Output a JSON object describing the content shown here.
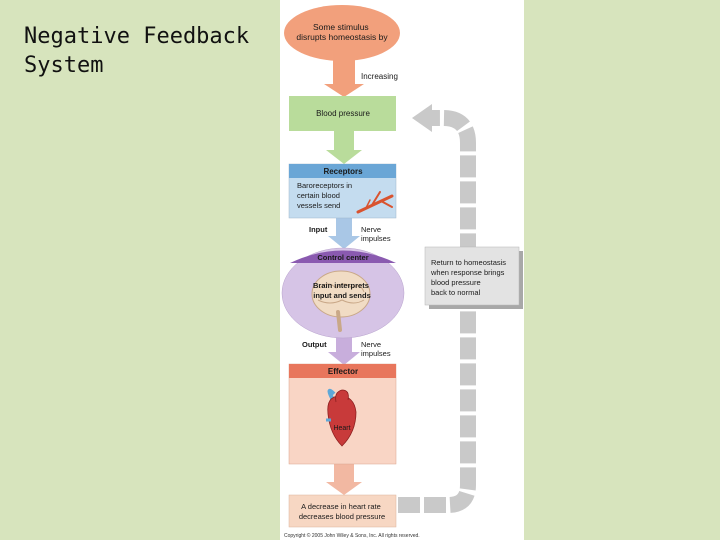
{
  "title": "Negative Feedback\nSystem",
  "diagram": {
    "stimulus": [
      "Some stimulus",
      "disrupts homeostasis by"
    ],
    "increasing": "Increasing",
    "controlled_condition": "Blood pressure",
    "receptors": {
      "header": "Receptors",
      "body": [
        "Baroreceptors in",
        "certain blood",
        "vessels send"
      ]
    },
    "input": "Input",
    "nerve_impulses_1": [
      "Nerve",
      "impulses"
    ],
    "control_center": {
      "header": "Control center",
      "body": [
        "Brain interprets",
        "input and sends"
      ]
    },
    "output": "Output",
    "nerve_impulses_2": [
      "Nerve",
      "impulses"
    ],
    "effector": {
      "header": "Effector",
      "organ_label": "Heart"
    },
    "response": [
      "A decrease in heart rate",
      "decreases blood pressure"
    ],
    "return_note": [
      "Return to homeostasis",
      "when response brings",
      "blood pressure",
      "back to normal"
    ],
    "copyright": "Copyright © 2005 John Wiley & Sons, Inc.  All rights reserved."
  },
  "colors": {
    "background": "#d7e4bd",
    "stimulus_oval": "#f2a07c",
    "green_box": "#b9dc9b",
    "receptor_header": "#6aa6d6",
    "receptor_body": "#c4dcef",
    "control_header": "#8a5ab0",
    "control_body": "#d6c4e6",
    "effector_header": "#e8765c",
    "effector_body": "#f9d5c5",
    "response_box": "#f7d7c3",
    "loop_arrow": "#c9c9c9"
  }
}
